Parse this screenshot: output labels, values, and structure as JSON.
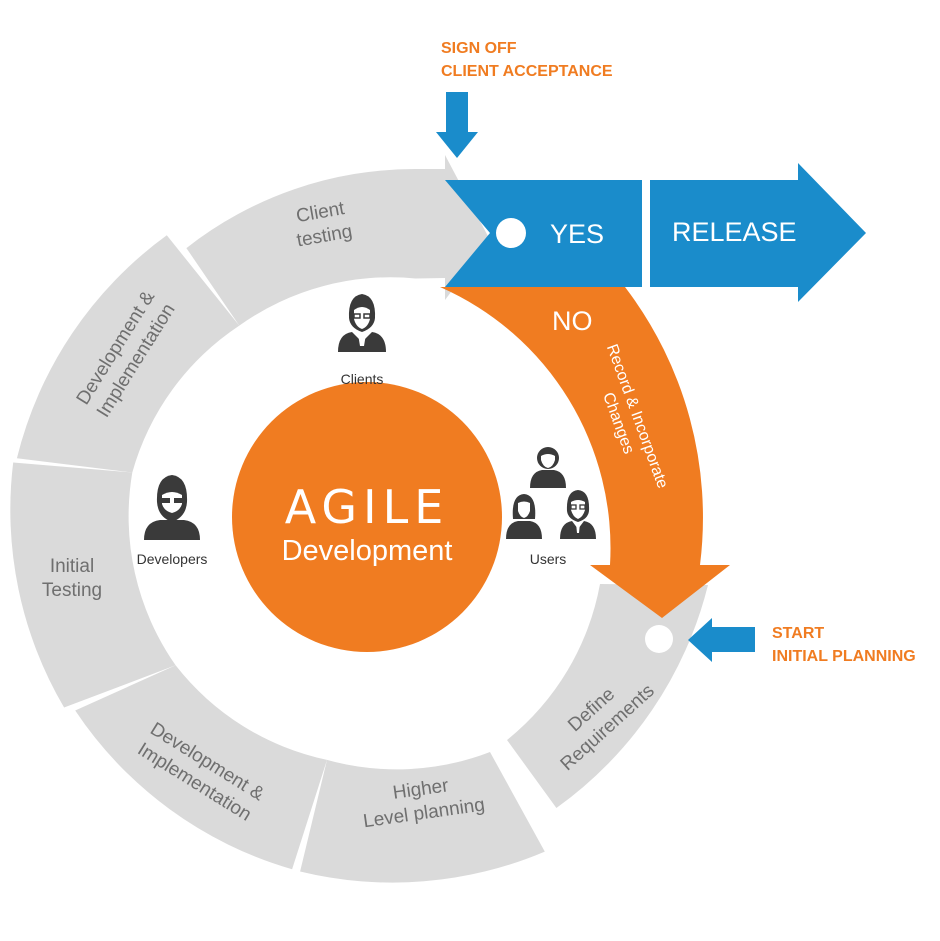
{
  "colors": {
    "blue": "#1a8ccb",
    "orange": "#f07c21",
    "segment_gray": "#dadada",
    "text_gray": "#6f6f6f",
    "icon_dark": "#3a3a3a"
  },
  "top_note": {
    "line1": "SIGN OFF",
    "line2": "CLIENT ACCEPTANCE"
  },
  "start_note": {
    "line1": "START",
    "line2": "INITIAL PLANNING"
  },
  "release_arrow": {
    "yes_label": "YES",
    "release_label": "RELEASE"
  },
  "no_branch": {
    "no_label": "NO",
    "side_line1": "Record & Incorporate",
    "side_line2": "Changes"
  },
  "segments": {
    "client_testing": {
      "line1": "Client",
      "line2": "testing"
    },
    "dev_impl_upper": {
      "line1": "Development &",
      "line2": "Implementation"
    },
    "initial_testing": {
      "line1": "Initial",
      "line2": "Testing"
    },
    "dev_impl_lower": {
      "line1": "Development &",
      "line2": "Implementation"
    },
    "higher_planning": {
      "line1": "Higher",
      "line2": "Level planning"
    },
    "define_requirements": {
      "line1": "Define",
      "line2": "Requirements"
    }
  },
  "core": {
    "title": "AGILE",
    "subtitle": "Development"
  },
  "people": {
    "clients": {
      "label": "Clients",
      "icon": "businessman-icon"
    },
    "developers": {
      "label": "Developers",
      "icon": "developer-icon"
    },
    "users": {
      "label": "Users",
      "icon": "users-group-icon"
    }
  }
}
